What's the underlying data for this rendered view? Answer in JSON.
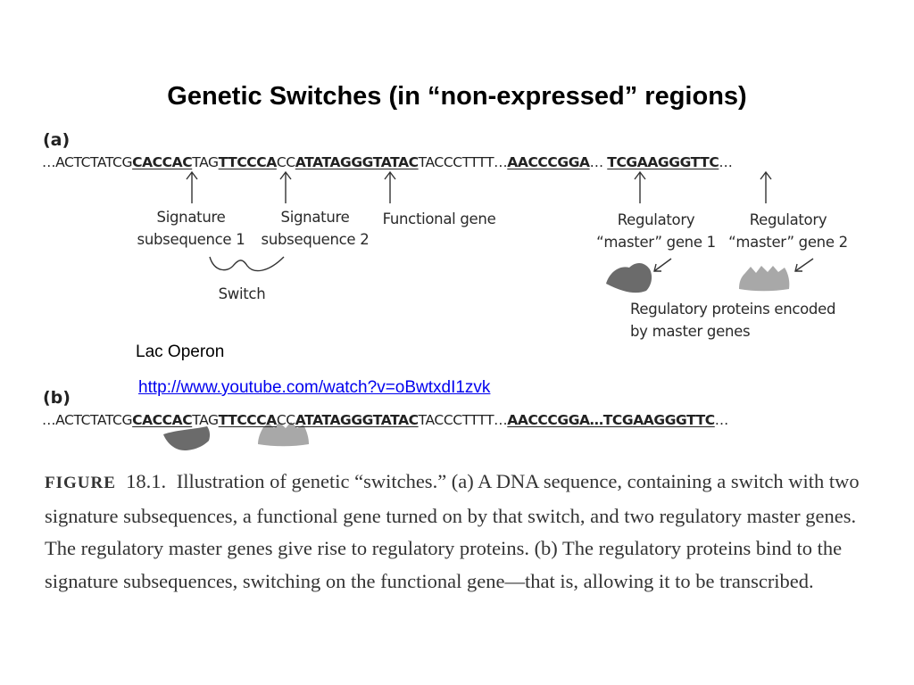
{
  "title": "Genetic Switches (in “non-expressed” regions)",
  "panel_a": {
    "label": "(a)",
    "sequence": [
      {
        "t": "…ACTCTATCG",
        "b": false
      },
      {
        "t": "CACCAC",
        "b": true
      },
      {
        "t": "TAG",
        "b": false
      },
      {
        "t": "TTCCCA",
        "b": true
      },
      {
        "t": "CC",
        "b": false
      },
      {
        "t": "ATATAGGGTATAC",
        "b": true
      },
      {
        "t": "TACCCTTTT…",
        "b": false
      },
      {
        "t": "AACCCGGA",
        "b": true
      },
      {
        "t": "… ",
        "b": false
      },
      {
        "t": "TCGAAGGGTTC",
        "b": true
      },
      {
        "t": "…",
        "b": false
      }
    ],
    "labels": {
      "sig1_line1": "Signature",
      "sig1_line2": "subsequence 1",
      "sig2_line1": "Signature",
      "sig2_line2": "subsequence 2",
      "functional": "Functional gene",
      "master1_line1": "Regulatory",
      "master1_line2": "“master” gene 1",
      "master2_line1": "Regulatory",
      "master2_line2": "“master” gene 2",
      "switch": "Switch",
      "proteins_line1": "Regulatory proteins encoded",
      "proteins_line2": "by master genes"
    }
  },
  "note": "Lac Operon",
  "link": "http://www.youtube.com/watch?v=oBwtxdI1zvk",
  "panel_b": {
    "label": "(b)",
    "sequence": [
      {
        "t": "…ACTCTATCG",
        "b": false
      },
      {
        "t": "CACCAC",
        "b": true
      },
      {
        "t": "TAG",
        "b": false
      },
      {
        "t": "TTCCCA",
        "b": true
      },
      {
        "t": "CC",
        "b": false
      },
      {
        "t": "ATATAGGGTATAC",
        "b": true
      },
      {
        "t": "TACCCTTTT…",
        "b": false
      },
      {
        "t": "AACCCGGA…TCGAAGGGTTC",
        "b": true
      },
      {
        "t": "…",
        "b": false
      }
    ]
  },
  "caption": {
    "figure_word": "FIGURE",
    "figure_number": "18.1.",
    "text": "Illustration of genetic “switches.” (a) A DNA sequence, containing a switch with two signature subsequences, a functional gene turned on by that switch, and two regulatory master genes. The regulatory master genes give rise to regulatory proteins. (b) The regulatory proteins bind to the signature subsequences, switching on the functional gene—that is, allowing it to be transcribed."
  },
  "colors": {
    "protein_dark": "#6b6b6b",
    "protein_light": "#a8a8a8",
    "link": "#0000ee"
  }
}
